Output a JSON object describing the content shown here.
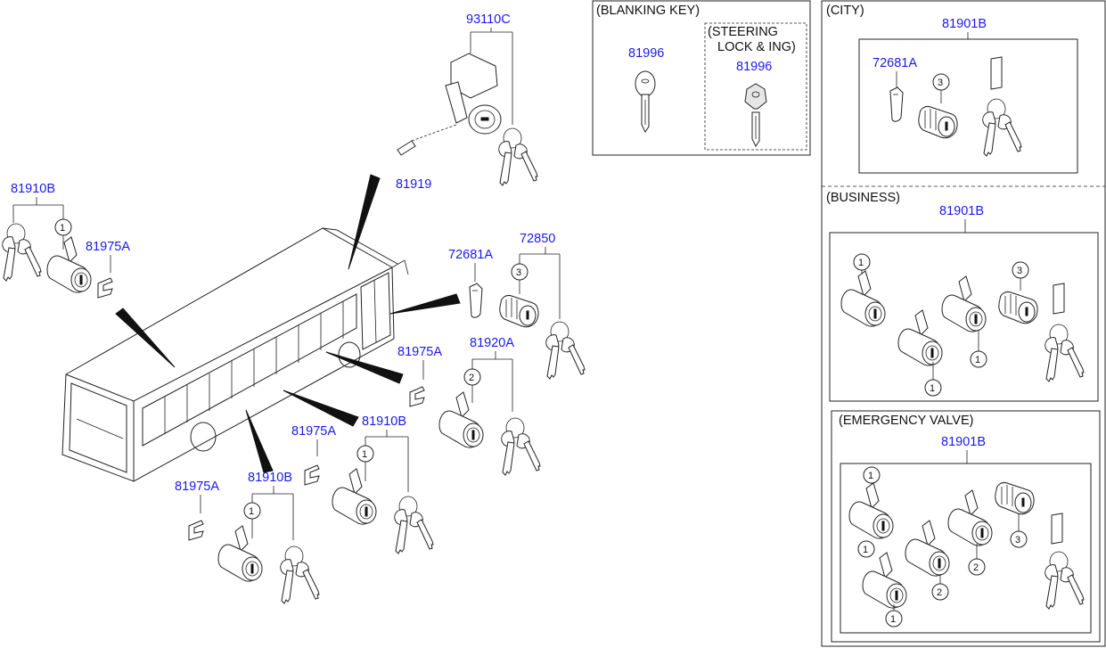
{
  "panels": {
    "blanking": {
      "title": "(BLANKING KEY)",
      "sub_title_1": "(STEERING",
      "sub_title_2": "LOCK & ING)",
      "key_a": "81996",
      "key_b": "81996"
    },
    "city": {
      "title": "(CITY)",
      "set": "81901B",
      "part_a": "72681A",
      "callout": "3"
    },
    "business": {
      "title": "(BUSINESS)",
      "set": "81901B",
      "c1": "1",
      "c2": "1",
      "c3": "1",
      "c4": "3"
    },
    "emergency": {
      "title": "(EMERGENCY VALVE)",
      "set": "81901B",
      "c1": "1",
      "c2": "1",
      "c3": "1",
      "c4": "2",
      "c5": "3"
    }
  },
  "main": {
    "ignition": "93110C",
    "ignition_bolt": "81919",
    "set_left": "81910B",
    "clip_left": "81975A",
    "cover_right": "72681A",
    "set_right": "72850",
    "clip_mid": "81975A",
    "set_mid": "81920A",
    "set_lower": "81910B",
    "clip_lower": "81975A",
    "set_bottom": "81910B",
    "clip_bottom": "81975A",
    "callouts": {
      "left": "1",
      "right": "3",
      "mid": "2",
      "lower": "1",
      "bottom": "1"
    }
  }
}
